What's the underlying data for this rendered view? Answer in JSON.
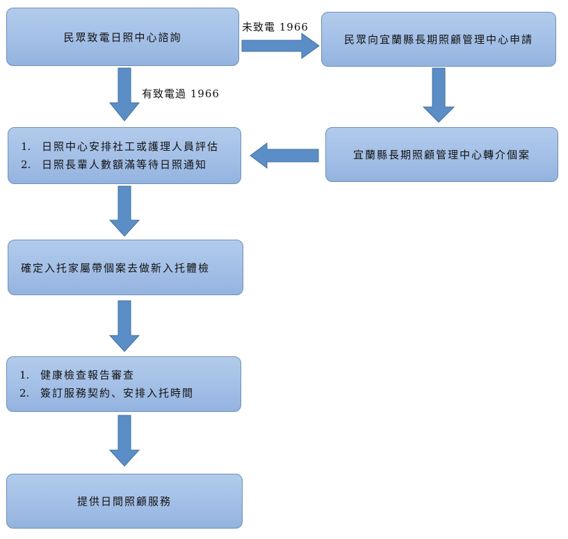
{
  "nodes": {
    "inquiry": "民眾致電日照中心諮詢",
    "apply_ltc": "民眾向宜蘭縣長期照顧管理中心申請",
    "ltc_referral": "宜蘭縣長期照顧管理中心轉介個案",
    "assessment": [
      "日照中心安排社工或護理人員評估",
      "日照長輩人數額滿等待日照通知"
    ],
    "health_check": "確定入托家屬帶個案去做新入托體檢",
    "review_contract": [
      "健康檢查報告審查",
      "簽訂服務契約、安排入托時間"
    ],
    "service": "提供日間照顧服務"
  },
  "edges": {
    "not_called_1966": "未致電 1966",
    "called_1966": "有致電過 1966"
  },
  "list_markers": [
    "1.",
    "2."
  ],
  "colors": {
    "box_fill": "#a3bfe6",
    "box_border": "#6f8fb5",
    "arrow_fill": "#5b8ec6",
    "arrow_stroke": "#41709f"
  }
}
